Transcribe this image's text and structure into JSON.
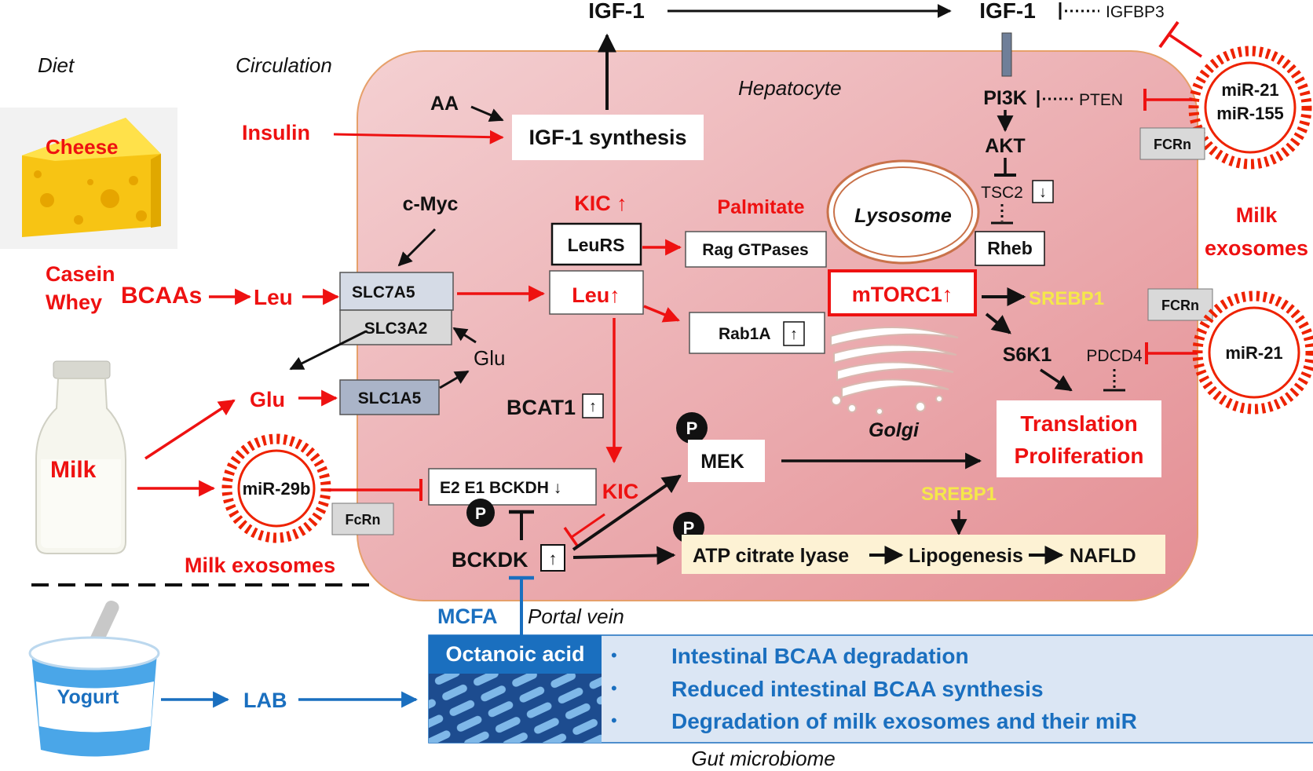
{
  "labels": {
    "diet": "Diet",
    "circulation": "Circulation",
    "hepatocyte": "Hepatocyte",
    "cheese": "Cheese",
    "casein": "Casein",
    "whey": "Whey",
    "bcaas": "BCAAs",
    "leu_ext": "Leu",
    "milk": "Milk",
    "glu_ext": "Glu",
    "glu_inner": "Glu",
    "mir29b": "miR-29b",
    "fcrn_left": "FcRn",
    "milk_exosomes_left": "Milk exosomes",
    "yogurt": "Yogurt",
    "lab": "LAB",
    "insulin": "Insulin",
    "aa": "AA",
    "igf1_synthesis": "IGF-1 synthesis",
    "igf1_top_left": "IGF-1",
    "igf1_top_right": "IGF-1",
    "igfbp3": "IGFBP3",
    "pi3k": "PI3K",
    "pten": "PTEN",
    "akt": "AKT",
    "tsc2": "TSC2",
    "down_arrow": "↓",
    "rheb": "Rheb",
    "mir21": "miR-21",
    "mir155": "miR-155",
    "fcrn_right_top": "FCRn",
    "fcrn_right_mid": "FCRn",
    "milk_exosomes_right_1": "Milk",
    "milk_exosomes_right_2": "exosomes",
    "mir21_lower": "miR-21",
    "cmyc": "c-Myc",
    "slc7a5": "SLC7A5",
    "slc3a2": "SLC3A2",
    "slc1a5": "SLC1A5",
    "kic_top": "KIC ↑",
    "leurs": "LeuRS",
    "leu_inner": "Leu↑",
    "palmitate": "Palmitate",
    "rag": "Rag GTPases",
    "rab1a": "Rab1A",
    "up_box": "↑",
    "lysosome": "Lysosome",
    "mtorc1": "mTORC1↑",
    "srebp1_top": "SREBP1",
    "s6k1": "S6K1",
    "pdcd4": "PDCD4",
    "golgi": "Golgi",
    "bcat1": "BCAT1",
    "mek": "MEK",
    "p": "P",
    "translation": "Translation",
    "proliferation": "Proliferation",
    "srebp1_bottom": "SREBP1",
    "bckdh": "E2  E1 BCKDH ↓",
    "kic_bottom": "KIC",
    "bckdk": "BCKDK",
    "acly": "ATP citrate lyase",
    "lipogenesis": "Lipogenesis",
    "nafld": "NAFLD",
    "mcfa": "MCFA",
    "portal_vein": "Portal vein",
    "octanoic_acid": "Octanoic acid",
    "gut_microbiome": "Gut microbiome",
    "bullet": "•",
    "effect_1": "Intestinal BCAA degradation",
    "effect_2": "Reduced intestinal BCAA synthesis",
    "effect_3": "Degradation of milk exosomes and their miR"
  },
  "colors": {
    "red": "#ee1111",
    "blue": "#1a6fbf",
    "yellow": "#f5e84a",
    "black": "#111111",
    "cell_fill": "#eaa3a8",
    "grey_box": "#d9d9d9",
    "slc1a5": "#aab4c8"
  }
}
